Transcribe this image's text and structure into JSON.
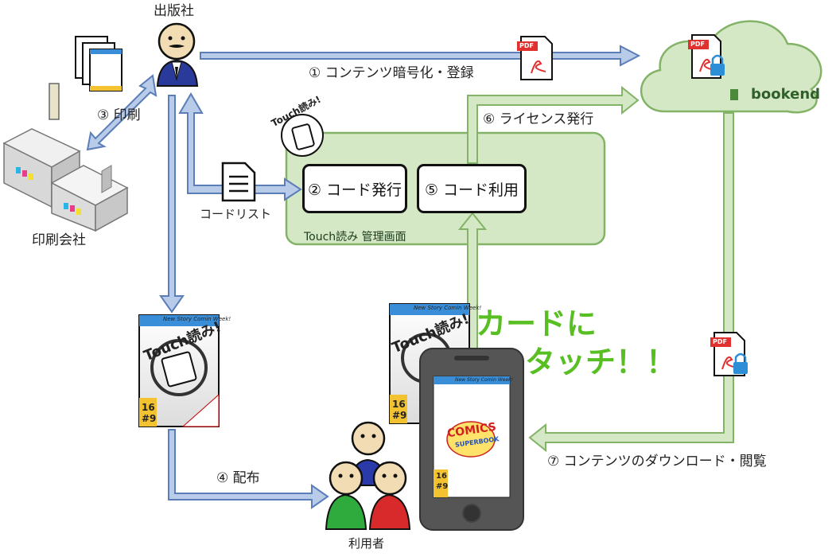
{
  "labels": {
    "publisher": "出版社",
    "printing_company": "印刷会社",
    "users": "利用者",
    "code_list": "コードリスト",
    "cloud_brand": "bookend"
  },
  "steps": {
    "s1": "① コンテンツ暗号化・登録",
    "s2": "② コード発行",
    "s3": "③ 印刷",
    "s4": "④ 配布",
    "s5": "⑤ コード利用",
    "s6": "⑥ ライセンス発行",
    "s7": "⑦ コンテンツのダウンロード・閲覧"
  },
  "panel": {
    "title": "Touch読み 管理画面",
    "logo_text": "Touch読み!"
  },
  "callout": {
    "line1": "カードに",
    "line2": "タッチ！！"
  },
  "card": {
    "logo_text": "Touch読み!",
    "tagline": "New Story Comin Week!",
    "issue_number": "16",
    "issue_sub": "#9"
  },
  "phone_cover": {
    "title1": "COMICS",
    "title2": "SUPERBOOK"
  },
  "pdf_label": "PDF",
  "colors": {
    "arrow_blue_fill": "#b8cbe8",
    "arrow_blue_stroke": "#5b7db8",
    "arrow_green_fill": "#d5e8c6",
    "arrow_green_stroke": "#82b366",
    "panel_fill": "#d5e8c6",
    "callout": "#58bf23",
    "pdf_red": "#e0312f"
  }
}
